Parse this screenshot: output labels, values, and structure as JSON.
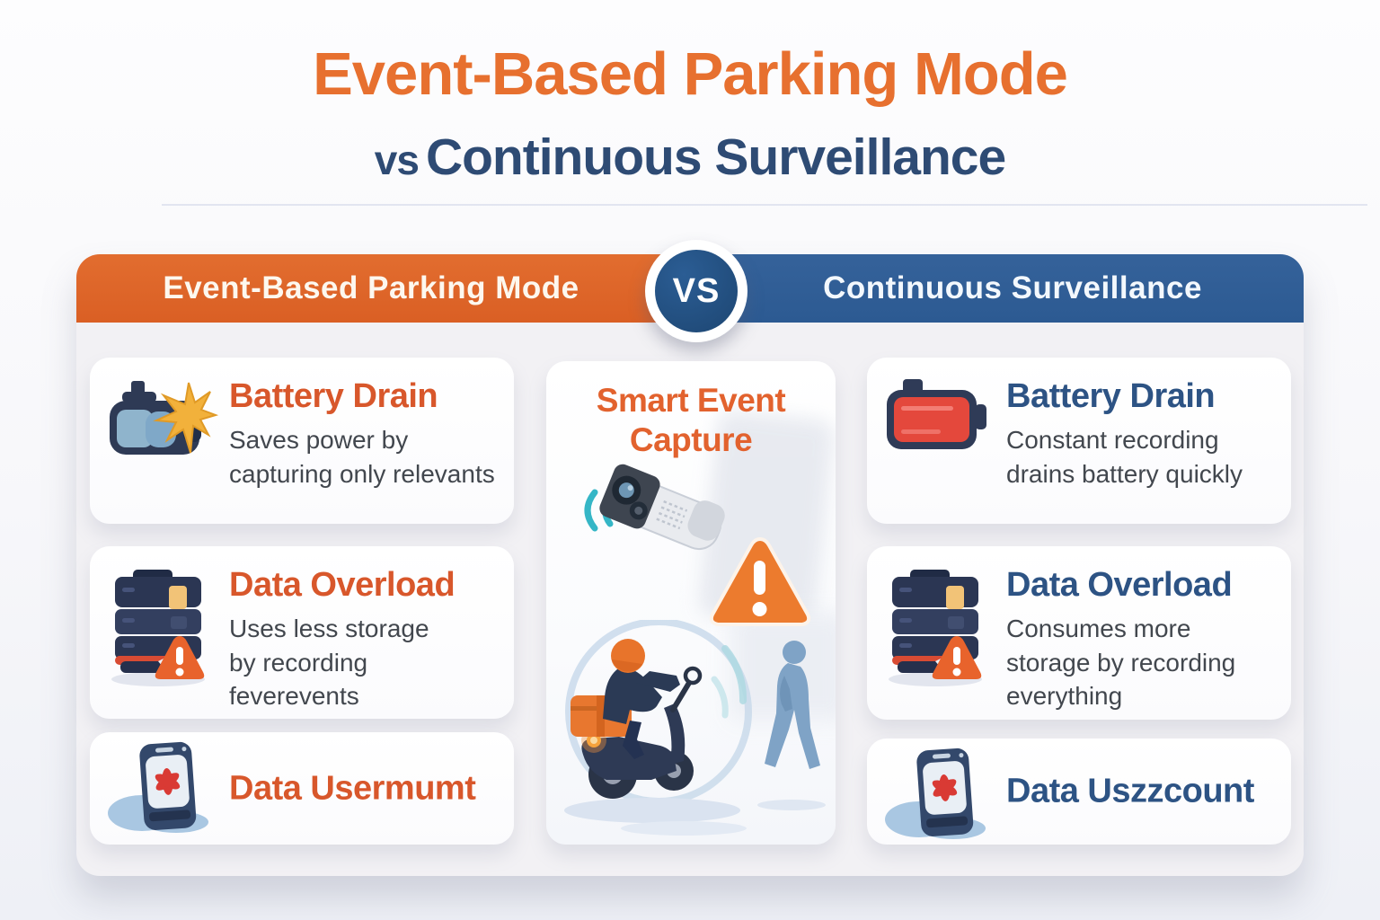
{
  "title": {
    "line1": "Event-Based Parking Mode",
    "vs_prefix": "vs",
    "line2": "Continuous Surveillance"
  },
  "header": {
    "left_label": "Event-Based Parking Mode",
    "vs_label": "VS",
    "right_label": "Continuous Surveillance"
  },
  "left_column": {
    "theme_color": "#de6428",
    "cards": [
      {
        "icon": "dashcam-flash-icon",
        "title": "Battery Drain",
        "body": "Saves power by\ncapturing only relevants"
      },
      {
        "icon": "server-warning-icon",
        "title": "Data Overload",
        "body": "Uses less storage\nby recording feverevents"
      },
      {
        "icon": "phone-alert-icon",
        "title": "Data Usermumt",
        "body": ""
      }
    ]
  },
  "middle": {
    "title": "Smart Event Capture",
    "icons": [
      "security-camera-icon",
      "warning-triangle-icon",
      "scooter-rider-illustration",
      "pedestrian-illustration"
    ]
  },
  "right_column": {
    "theme_color": "#30609a",
    "cards": [
      {
        "icon": "battery-icon",
        "title": "Battery Drain",
        "body": "Constant recording\ndrains battery quickly"
      },
      {
        "icon": "server-warning-icon",
        "title": "Data Overload",
        "body": "Consumes more\nstorage by recording\neverything"
      },
      {
        "icon": "phone-alert-icon",
        "title": "Data Uszzcount",
        "body": ""
      }
    ]
  },
  "colors": {
    "accent_orange": "#e06a2b",
    "accent_navy": "#2f5e95",
    "title_orange": "#e7702f",
    "title_navy": "#2e4b74",
    "card_heading_orange": "#d8572b",
    "card_heading_navy": "#2d5384",
    "warning_orange": "#ec7b2e",
    "panel_bg": "#f2f1f4",
    "card_bg": "#ffffff"
  }
}
